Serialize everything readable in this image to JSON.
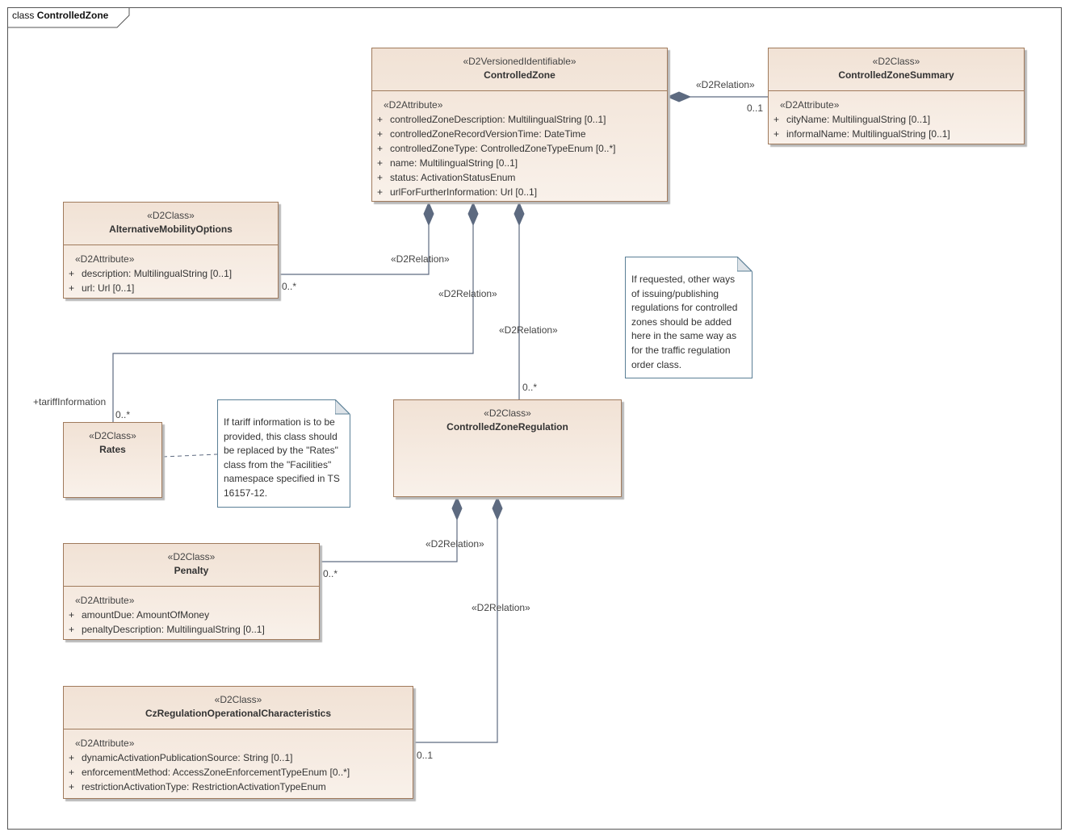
{
  "frame": {
    "keyword": "class",
    "name": "ControlledZone"
  },
  "colors": {
    "line": "#5d6a80",
    "border": "#a07a5c",
    "note_border": "#5a7f96"
  },
  "classes": {
    "controlled_zone": {
      "stereotype": "«D2VersionedIdentifiable»",
      "name": "ControlledZone",
      "attr_stereotype": "«D2Attribute»",
      "attributes": [
        {
          "vis": "+",
          "text": "controlledZoneDescription: MultilingualString [0..1]"
        },
        {
          "vis": "+",
          "text": "controlledZoneRecordVersionTime: DateTime"
        },
        {
          "vis": "+",
          "text": "controlledZoneType: ControlledZoneTypeEnum [0..*]"
        },
        {
          "vis": "+",
          "text": "name: MultilingualString [0..1]"
        },
        {
          "vis": "+",
          "text": "status: ActivationStatusEnum"
        },
        {
          "vis": "+",
          "text": "urlForFurtherInformation: Url [0..1]"
        }
      ]
    },
    "summary": {
      "stereotype": "«D2Class»",
      "name": "ControlledZoneSummary",
      "attr_stereotype": "«D2Attribute»",
      "attributes": [
        {
          "vis": "+",
          "text": "cityName: MultilingualString [0..1]"
        },
        {
          "vis": "+",
          "text": "informalName: MultilingualString [0..1]"
        }
      ]
    },
    "alt_mobility": {
      "stereotype": "«D2Class»",
      "name": "AlternativeMobilityOptions",
      "attr_stereotype": "«D2Attribute»",
      "attributes": [
        {
          "vis": "+",
          "text": "description: MultilingualString [0..1]"
        },
        {
          "vis": "+",
          "text": "url: Url [0..1]"
        }
      ]
    },
    "rates": {
      "stereotype": "«D2Class»",
      "name": "Rates"
    },
    "regulation": {
      "stereotype": "«D2Class»",
      "name": "ControlledZoneRegulation"
    },
    "penalty": {
      "stereotype": "«D2Class»",
      "name": "Penalty",
      "attr_stereotype": "«D2Attribute»",
      "attributes": [
        {
          "vis": "+",
          "text": "amountDue: AmountOfMoney"
        },
        {
          "vis": "+",
          "text": "penaltyDescription: MultilingualString [0..1]"
        }
      ]
    },
    "operational": {
      "stereotype": "«D2Class»",
      "name": "CzRegulationOperationalCharacteristics",
      "attr_stereotype": "«D2Attribute»",
      "attributes": [
        {
          "vis": "+",
          "text": "dynamicActivationPublicationSource: String [0..1]"
        },
        {
          "vis": "+",
          "text": "enforcementMethod: AccessZoneEnforcementTypeEnum [0..*]"
        },
        {
          "vis": "+",
          "text": "restrictionActivationType: RestrictionActivationTypeEnum"
        }
      ]
    }
  },
  "notes": {
    "regulations": "If requested, other ways\nof issuing/publishing\nregulations for controlled\nzones should be added\nhere in the same way as\nfor the traffic regulation\norder class.",
    "tariff": "If tariff information is to be\nprovided, this class should\nbe replaced by the \"Rates\"\nclass from the \"Facilities\"\nnamespace specified in TS\n16157-12."
  },
  "labels": {
    "rel_summary": "«D2Relation»",
    "mult_summary": "0..1",
    "rel_alt": "«D2Relation»",
    "mult_alt": "0..*",
    "rel_rates": "«D2Relation»",
    "role_rates": "+tariffInformation",
    "mult_rates": "0..*",
    "rel_regulation": "«D2Relation»",
    "mult_regulation": "0..*",
    "rel_penalty": "«D2Relation»",
    "mult_penalty": "0..*",
    "rel_operational": "«D2Relation»",
    "mult_operational": "0..1"
  }
}
